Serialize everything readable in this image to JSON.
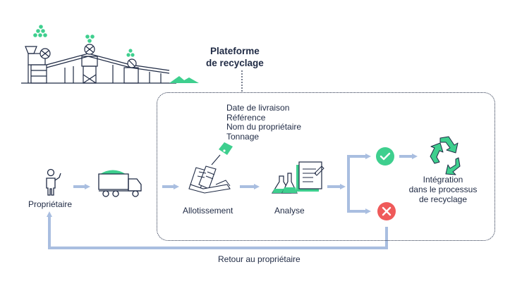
{
  "platform": {
    "title_line1": "Plateforme",
    "title_line2": "de recyclage"
  },
  "steps": {
    "owner": "Propriétaire",
    "batching": "Allotissement",
    "analysis": "Analyse"
  },
  "sample_info": [
    "Date de livraison",
    "Référence",
    "Nom du propriétaire",
    "Tonnage"
  ],
  "integration": {
    "line1": "Intégration",
    "line2": "dans le processus",
    "line3": "de recyclage"
  },
  "return_label": "Retour au propriétaire",
  "colors": {
    "accent": "#3ecf8e",
    "arrow": "#a9bee0",
    "reject": "#ef5a5a",
    "ink": "#1f2a44"
  },
  "icons": [
    "plant-icon",
    "person-icon",
    "truck-icon",
    "tagged-samples-icon",
    "flasks-icon",
    "check-icon",
    "cross-icon",
    "recycle-icon"
  ]
}
